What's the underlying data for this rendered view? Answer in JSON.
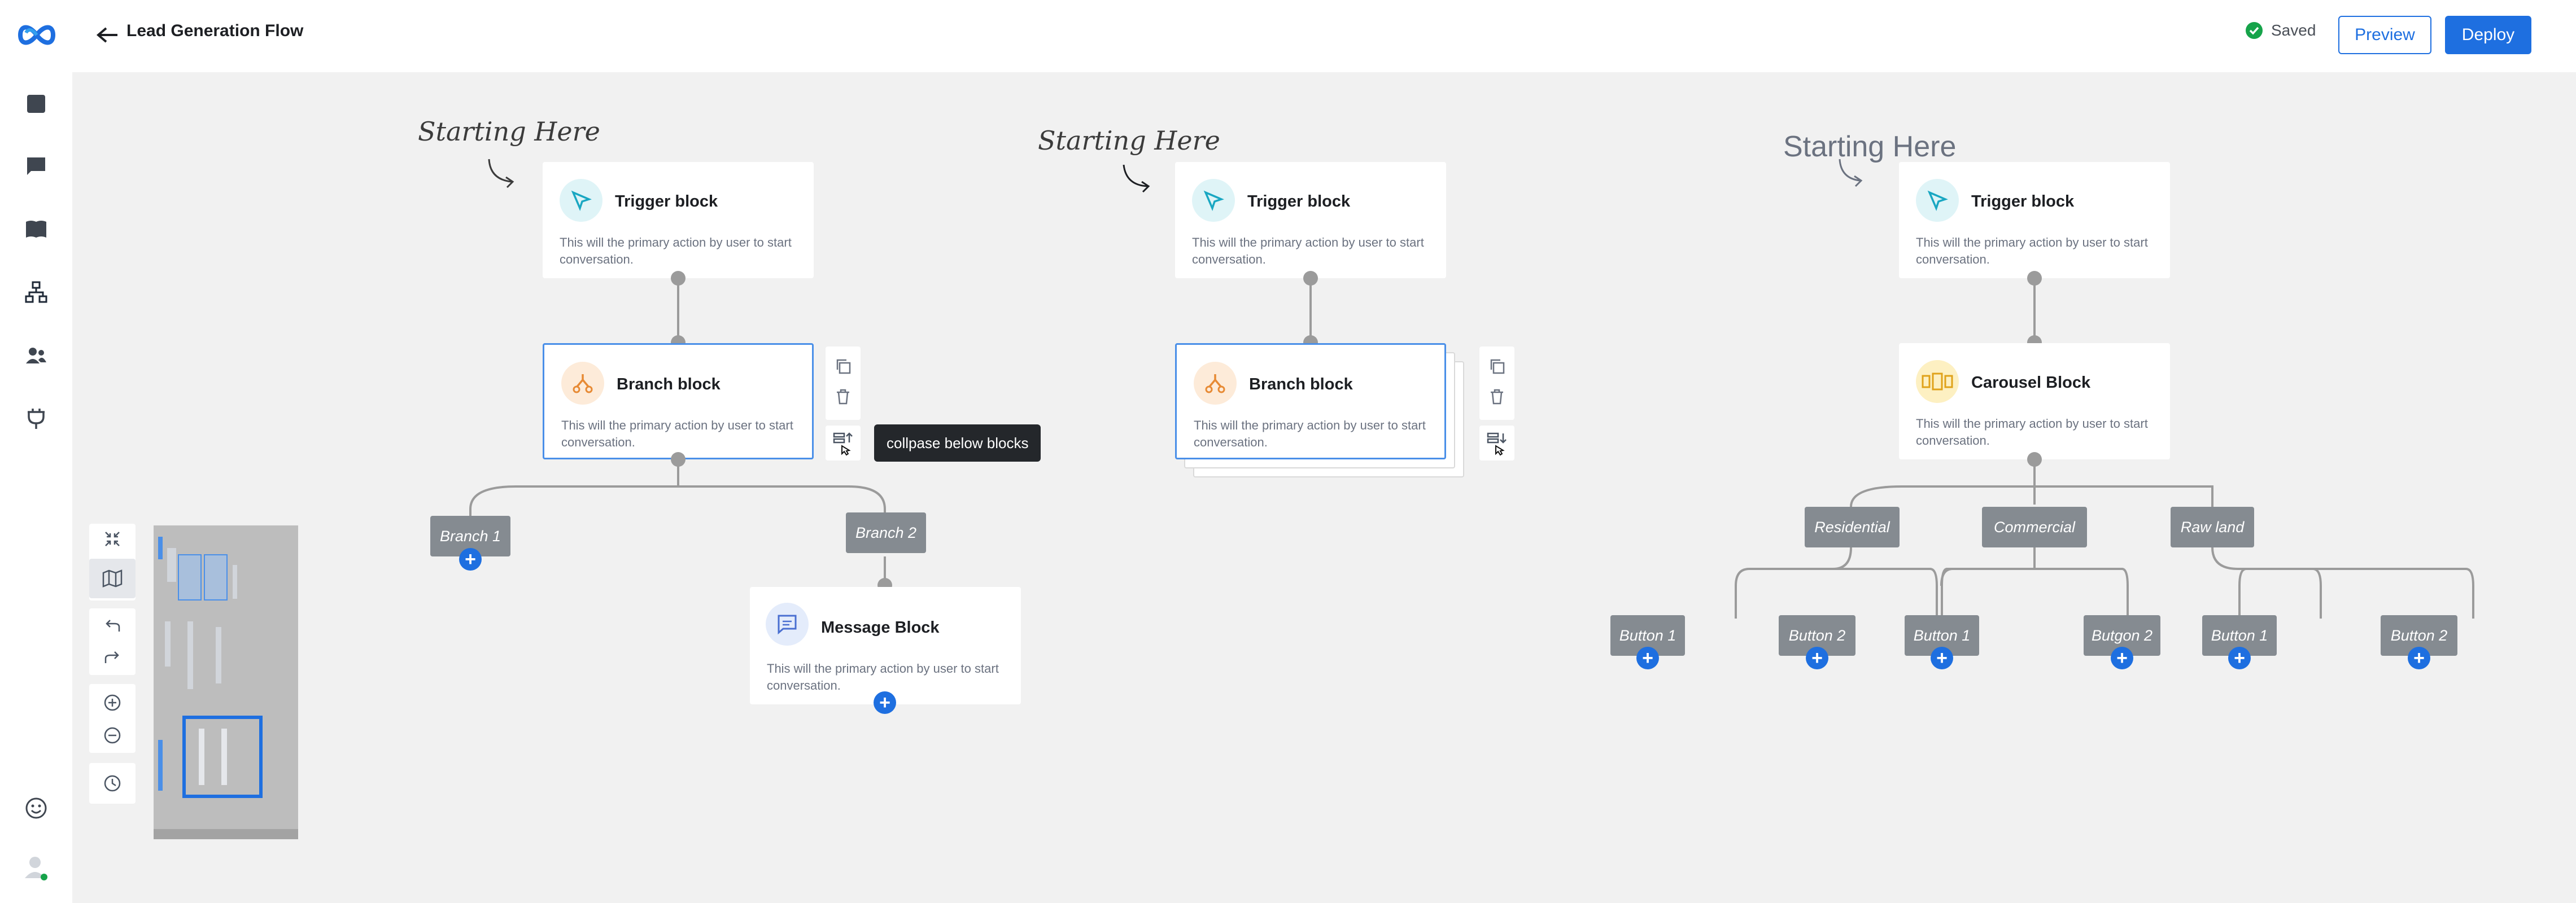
{
  "header": {
    "title": "Lead Generation Flow",
    "saved_label": "Saved",
    "preview_label": "Preview",
    "deploy_label": "Deploy"
  },
  "rail": {
    "items": [
      "dashboard-icon",
      "chat-icon",
      "book-icon",
      "flow-icon",
      "users-icon",
      "plug-icon",
      "emoji-icon",
      "avatar"
    ]
  },
  "flows": [
    {
      "annotation": "Starting Here",
      "trigger": {
        "title": "Trigger block",
        "desc": "This will the primary action by user to start conversation."
      },
      "branch": {
        "title": "Branch block",
        "desc": "This will the primary action by user to start conversation."
      },
      "branches": [
        "Branch 1",
        "Branch 2"
      ],
      "message": {
        "title": "Message Block",
        "desc": "This will the primary action by user to start conversation."
      },
      "tooltip": "collpase below blocks"
    },
    {
      "annotation": "Starting Here",
      "trigger": {
        "title": "Trigger block",
        "desc": "This will the primary action by user to start conversation."
      },
      "branch": {
        "title": "Branch block",
        "desc": "This will the primary action by user to start conversation."
      }
    },
    {
      "annotation": "Starting Here",
      "trigger": {
        "title": "Trigger block",
        "desc": "This will the primary action by user to start conversation."
      },
      "carousel": {
        "title": "Carousel Block",
        "desc": "This will the primary action by user to start conversation."
      },
      "options": [
        "Residential",
        "Commercial",
        "Raw land"
      ],
      "buttons": [
        "Button 1",
        "Button 2",
        "Button 1",
        "Butgon 2",
        "Button 1",
        "Button 2"
      ]
    }
  ],
  "colors": {
    "accent": "#1e6fe0",
    "canvas": "#f1f1f1",
    "chip": "#858b91",
    "connector": "#9b9b9b"
  }
}
